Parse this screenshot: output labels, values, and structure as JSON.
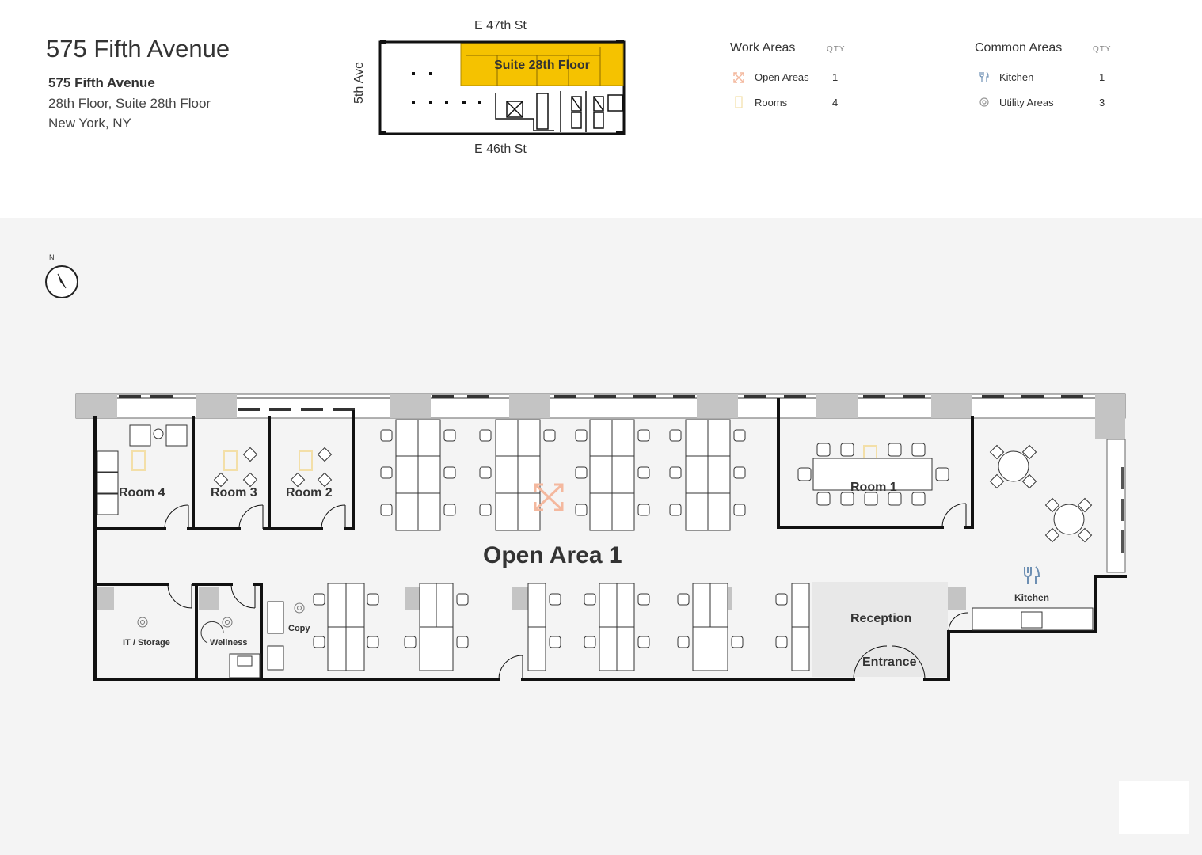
{
  "building": {
    "title": "575 Fifth Avenue",
    "address_line1": "575 Fifth Avenue",
    "address_line2": "28th Floor, Suite 28th Floor",
    "address_line3": "New York, NY"
  },
  "keyplan": {
    "street_north": "E 47th St",
    "street_south": "E 46th St",
    "street_west": "5th Ave",
    "suite_label": "Suite 28th Floor",
    "highlight_color": "#f5c200"
  },
  "legend": {
    "qty_header": "QTY",
    "work_areas": {
      "heading": "Work Areas",
      "items": [
        {
          "label": "Open Areas",
          "qty": "1",
          "icon": "expand-arrows-icon"
        },
        {
          "label": "Rooms",
          "qty": "4",
          "icon": "door-icon"
        }
      ]
    },
    "common_areas": {
      "heading": "Common Areas",
      "items": [
        {
          "label": "Kitchen",
          "qty": "1",
          "icon": "fork-knife-icon"
        },
        {
          "label": "Utility Areas",
          "qty": "3",
          "icon": "gear-icon"
        }
      ]
    }
  },
  "compass": {
    "label": "N"
  },
  "floorplan": {
    "open_area": "Open Area 1",
    "rooms": [
      "Room 4",
      "Room 3",
      "Room 2",
      "Room 1"
    ],
    "it_storage": "IT / Storage",
    "wellness": "Wellness",
    "copy": "Copy",
    "reception": "Reception",
    "entrance": "Entrance",
    "kitchen": "Kitchen"
  },
  "colors": {
    "open_area_accent": "#f4b89e",
    "room_accent": "#f3dfa8",
    "kitchen_icon": "#6d8fb3",
    "wall": "#111111",
    "column": "#c4c4c4",
    "map_background": "#f4f4f4",
    "reception_fill": "#e8e8e8"
  }
}
